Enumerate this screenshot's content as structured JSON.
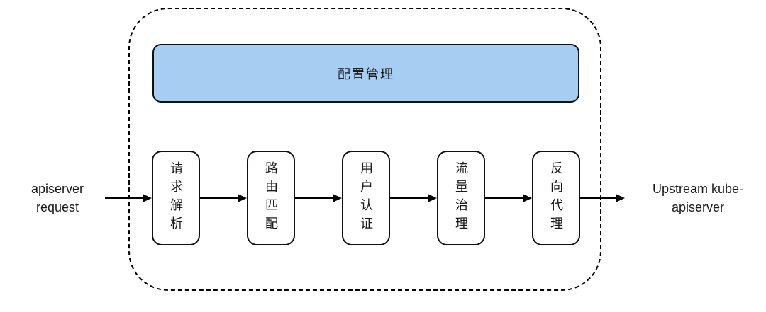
{
  "colors": {
    "config_fill": "#A6CEF3",
    "stroke": "#111111",
    "text": "#1a1a1a"
  },
  "diagram": {
    "source_label": "apiserver request",
    "target_label": "Upstream kube-apiserver",
    "config_label": "配置管理",
    "stages": [
      "请求解析",
      "路由匹配",
      "用户认证",
      "流量治理",
      "反向代理"
    ]
  }
}
